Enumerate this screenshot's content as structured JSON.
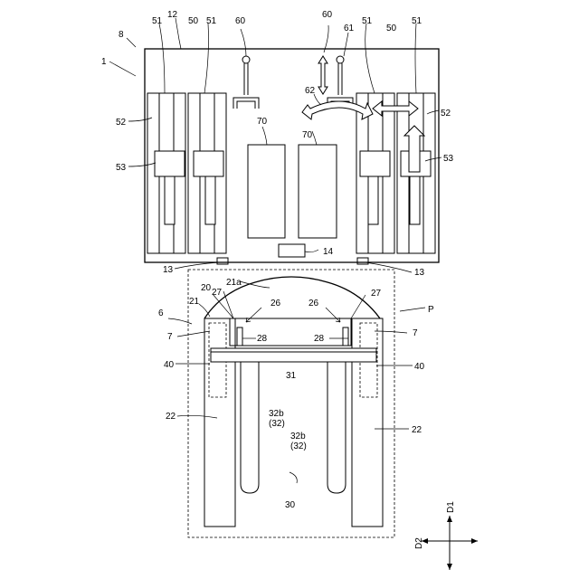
{
  "labels": {
    "sys": "1",
    "n8": "8",
    "n12": "12",
    "n50a": "50",
    "n50b": "50",
    "n51a": "51",
    "n51b": "51",
    "n51c": "51",
    "n51d": "51",
    "n60a": "60",
    "n60b": "60",
    "n61": "61",
    "n62": "62",
    "n52a": "52",
    "n52b": "52",
    "n53a": "53",
    "n53b": "53",
    "n70a": "70",
    "n70b": "70",
    "n14": "14",
    "n13a": "13",
    "n13b": "13",
    "n21a": "21a",
    "n20": "20",
    "n27a": "27",
    "n27b": "27",
    "n21": "21",
    "n26a": "26",
    "n26b": "26",
    "nP": "P",
    "n6": "6",
    "n7a": "7",
    "n7b": "7",
    "n28a": "28",
    "n28b": "28",
    "n40a": "40",
    "n40b": "40",
    "n31": "31",
    "n22a": "22",
    "n22b": "22",
    "n32b_1": "32b",
    "n32_1": "(32)",
    "n32b_2": "32b",
    "n32_2": "(32)",
    "n30": "30",
    "d1": "D1",
    "d2": "D2"
  }
}
